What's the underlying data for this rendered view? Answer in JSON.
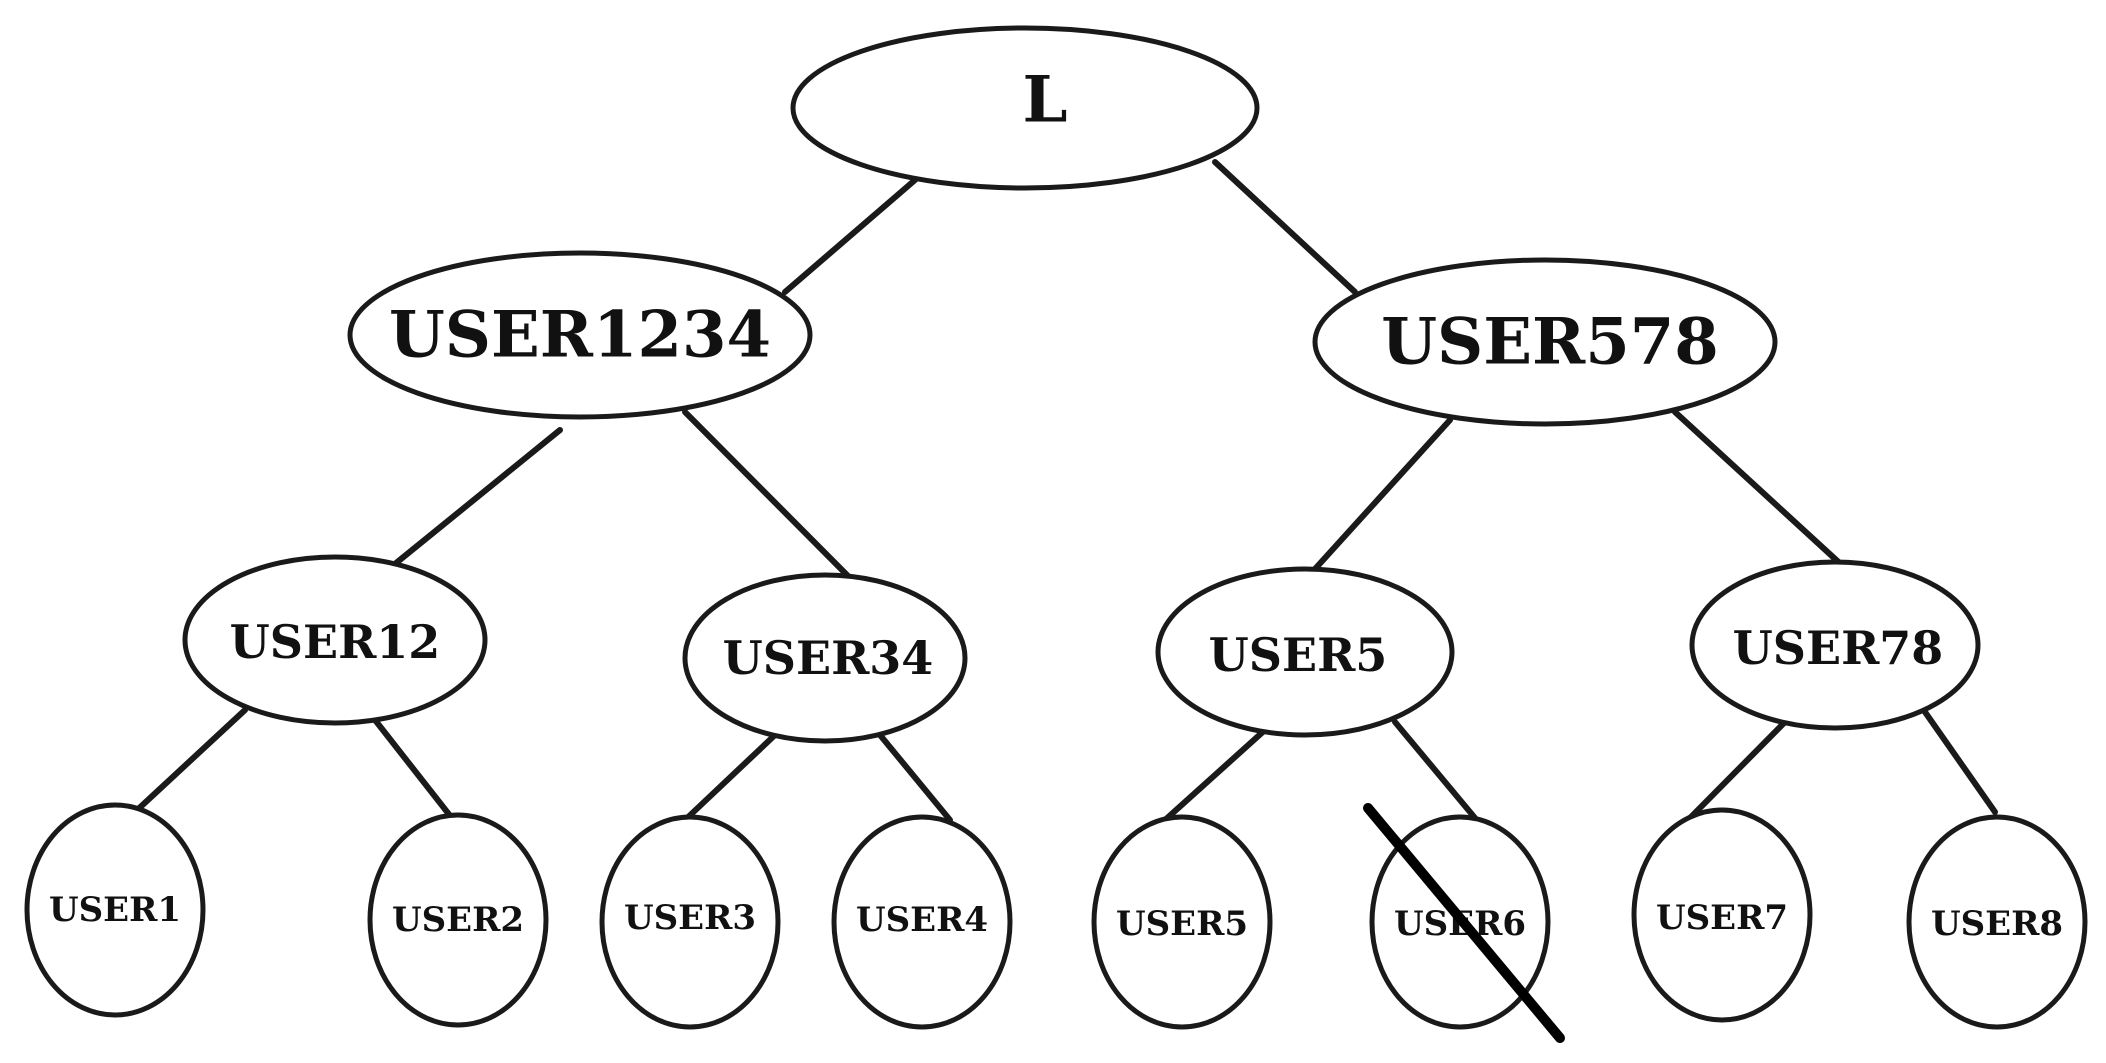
{
  "diagram": {
    "nodes": [
      {
        "id": "L",
        "label": "L"
      },
      {
        "id": "USER1234",
        "label": "USER1234"
      },
      {
        "id": "USER578",
        "label": "USER578"
      },
      {
        "id": "USER12",
        "label": "USER12"
      },
      {
        "id": "USER34",
        "label": "USER34"
      },
      {
        "id": "USER5_group",
        "label": "USER5"
      },
      {
        "id": "USER78",
        "label": "USER78"
      },
      {
        "id": "USER1",
        "label": "USER1"
      },
      {
        "id": "USER2",
        "label": "USER2"
      },
      {
        "id": "USER3",
        "label": "USER3"
      },
      {
        "id": "USER4",
        "label": "USER4"
      },
      {
        "id": "USER5",
        "label": "USER5"
      },
      {
        "id": "USER6",
        "label": "USER6",
        "crossed_out": true
      },
      {
        "id": "USER7",
        "label": "USER7"
      },
      {
        "id": "USER8",
        "label": "USER8"
      }
    ],
    "edges": [
      [
        "L",
        "USER1234"
      ],
      [
        "L",
        "USER578"
      ],
      [
        "USER1234",
        "USER12"
      ],
      [
        "USER1234",
        "USER34"
      ],
      [
        "USER578",
        "USER5_group"
      ],
      [
        "USER578",
        "USER78"
      ],
      [
        "USER12",
        "USER1"
      ],
      [
        "USER12",
        "USER2"
      ],
      [
        "USER34",
        "USER3"
      ],
      [
        "USER34",
        "USER4"
      ],
      [
        "USER5_group",
        "USER5"
      ],
      [
        "USER5_group",
        "USER6"
      ],
      [
        "USER78",
        "USER7"
      ],
      [
        "USER78",
        "USER8"
      ]
    ]
  }
}
